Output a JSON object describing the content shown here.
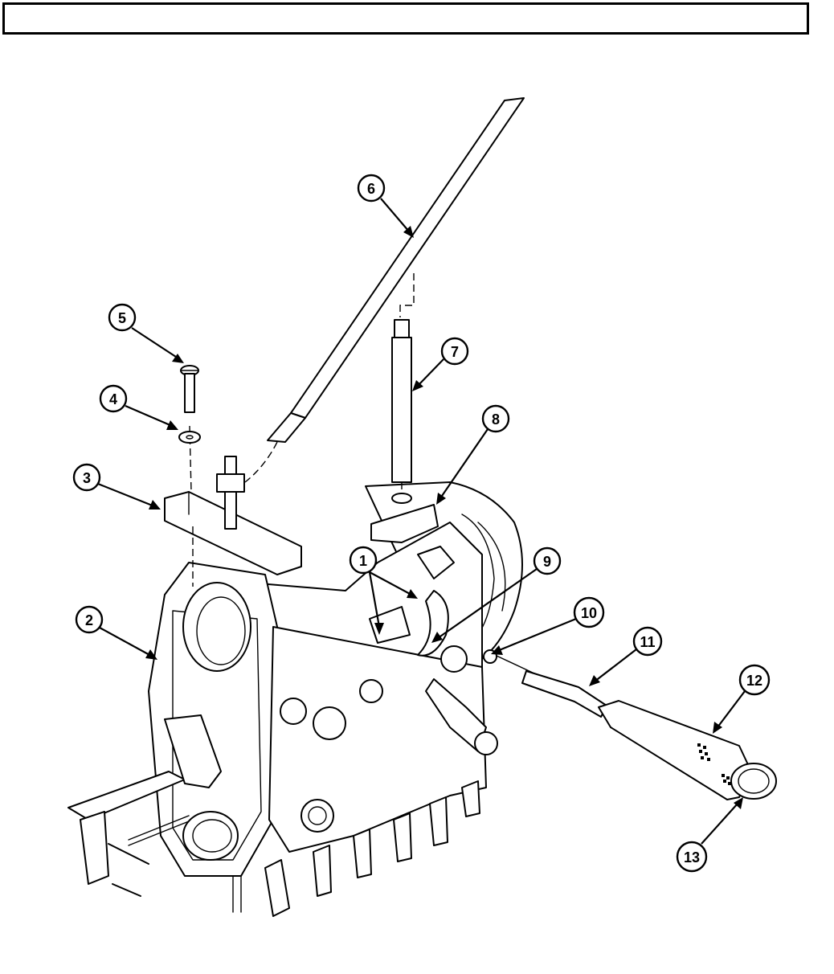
{
  "header": {
    "text": ""
  },
  "callouts": [
    {
      "id": "callout-1",
      "label": "1"
    },
    {
      "id": "callout-2",
      "label": "2"
    },
    {
      "id": "callout-3",
      "label": "3"
    },
    {
      "id": "callout-4",
      "label": "4"
    },
    {
      "id": "callout-5",
      "label": "5"
    },
    {
      "id": "callout-6",
      "label": "6"
    },
    {
      "id": "callout-7",
      "label": "7"
    },
    {
      "id": "callout-8",
      "label": "8"
    },
    {
      "id": "callout-9",
      "label": "9"
    },
    {
      "id": "callout-10",
      "label": "10"
    },
    {
      "id": "callout-11",
      "label": "11"
    },
    {
      "id": "callout-12",
      "label": "12"
    },
    {
      "id": "callout-13",
      "label": "13"
    }
  ]
}
